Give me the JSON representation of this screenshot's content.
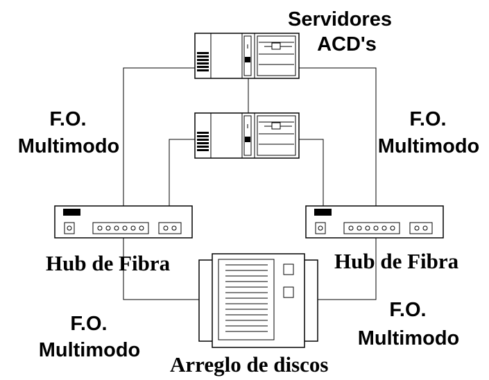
{
  "labels": {
    "servers_line1": "Servidores",
    "servers_line2": "ACD's",
    "fo_top_left_line1": "F.O.",
    "fo_top_left_line2": "Multimodo",
    "fo_top_right_line1": "F.O.",
    "fo_top_right_line2": "Multimodo",
    "hub_left": "Hub de Fibra",
    "hub_right": "Hub de Fibra",
    "fo_bottom_left_line1": "F.O.",
    "fo_bottom_left_line2": "Multimodo",
    "fo_bottom_right_line1": "F.O.",
    "fo_bottom_right_line2": "Multimodo",
    "disk_array": "Arreglo de discos"
  },
  "nodes": [
    {
      "id": "server-1",
      "type": "server-icon"
    },
    {
      "id": "server-2",
      "type": "server-icon"
    },
    {
      "id": "hub-left",
      "type": "fiber-hub-icon"
    },
    {
      "id": "hub-right",
      "type": "fiber-hub-icon"
    },
    {
      "id": "disk-array",
      "type": "disk-array-icon"
    }
  ]
}
